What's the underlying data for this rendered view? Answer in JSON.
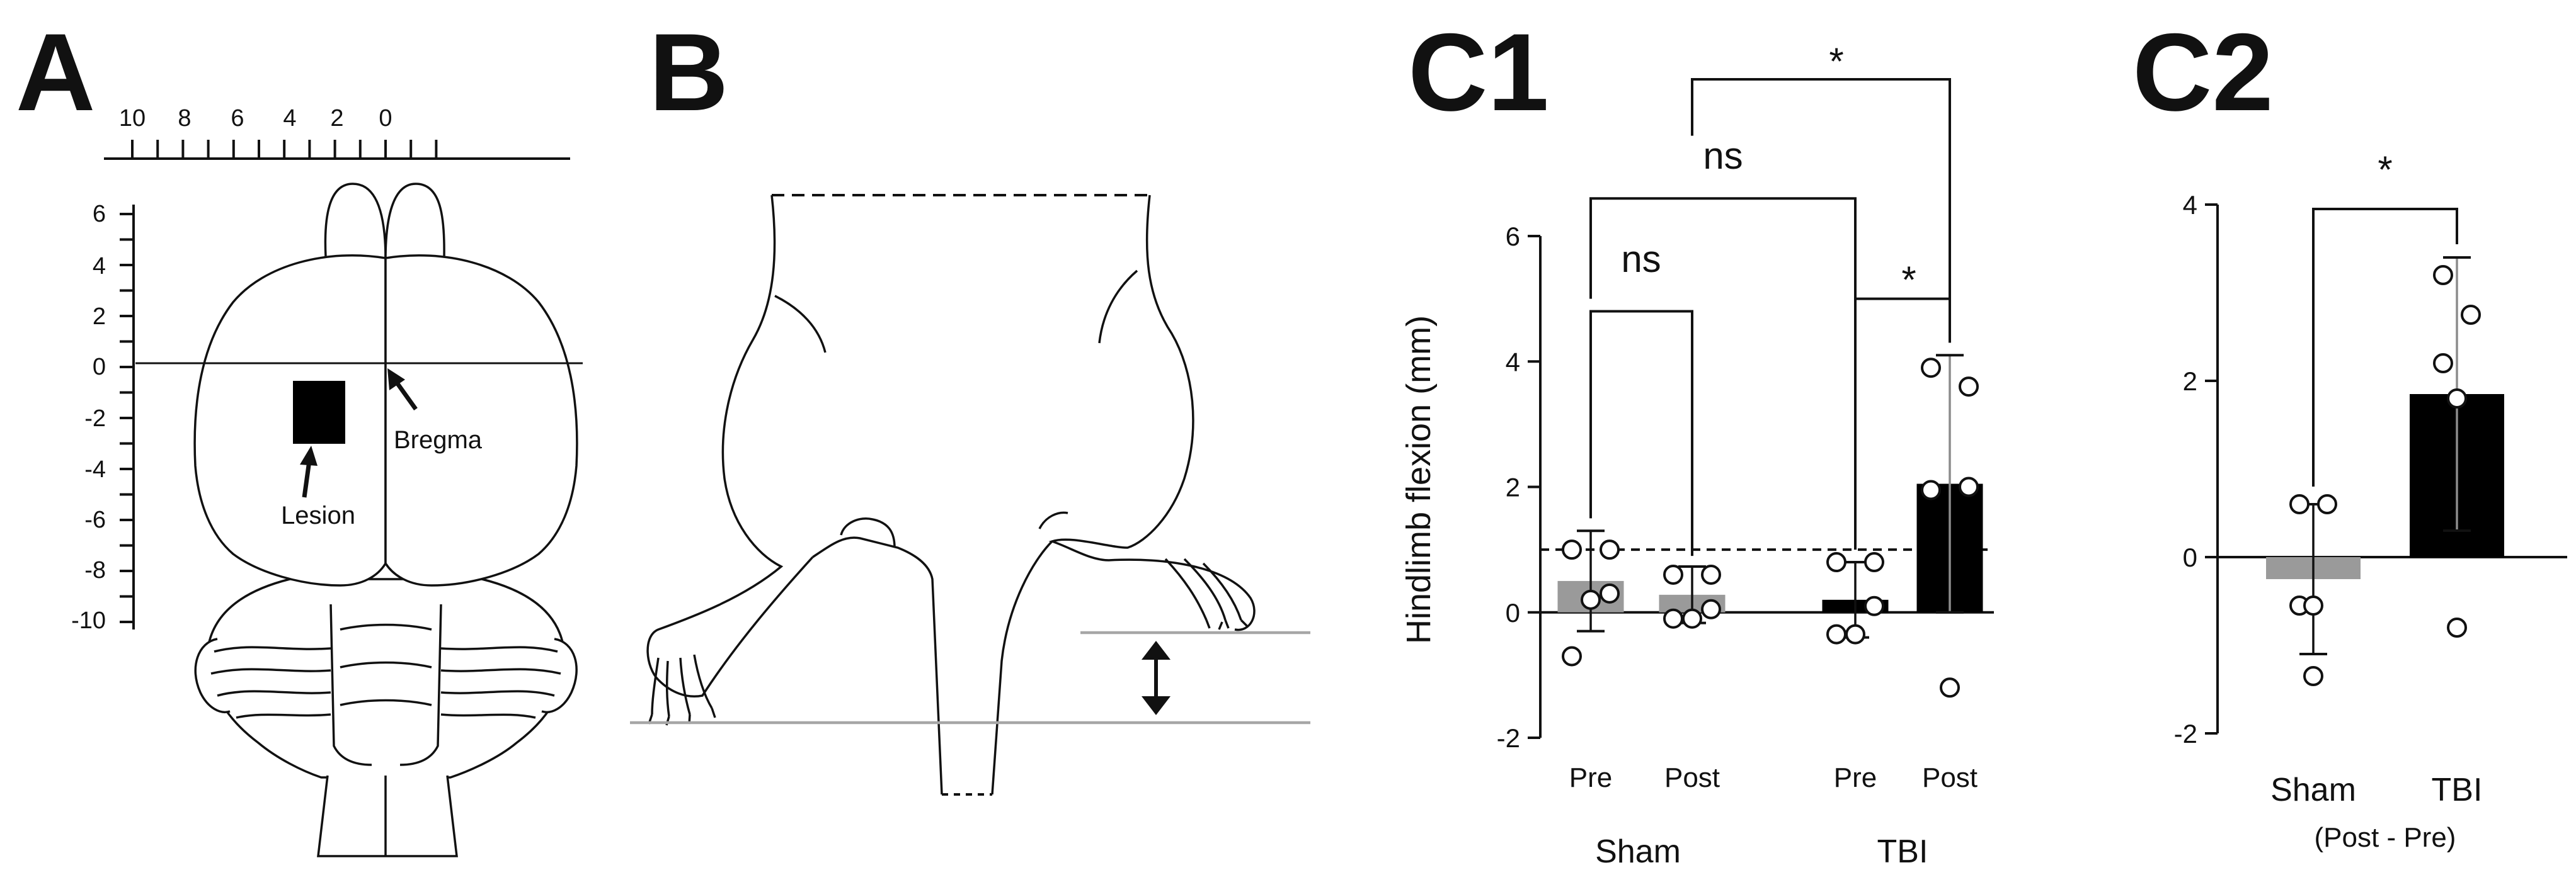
{
  "panels": {
    "a": {
      "letter": "A",
      "top_ruler_ticks": [
        "10",
        "8",
        "6",
        "4",
        "2",
        "0"
      ],
      "left_ruler_ticks": [
        "6",
        "4",
        "2",
        "0",
        "-2",
        "-4",
        "-6",
        "-8",
        "-10"
      ],
      "label_lesion": "Lesion",
      "label_bregma": "Bregma"
    },
    "b": {
      "letter": "B"
    },
    "c1": {
      "letter": "C1",
      "ns_top": "ns",
      "ns_sham": "ns",
      "sig_top": "*",
      "sig_tbi": "*"
    },
    "c2": {
      "letter": "C2",
      "sig": "*"
    }
  },
  "colors": {
    "sham_bar": "#9a9a9a",
    "tbi_bar": "#000000",
    "axis": "#111111",
    "guide_line": "#a6a6a6"
  },
  "chart_data": [
    {
      "id": "C1",
      "type": "bar",
      "title": "",
      "ylabel": "Hindlimb flexion (mm)",
      "ylim": [
        -2,
        6
      ],
      "yticks": [
        "-2",
        "0",
        "2",
        "4",
        "6"
      ],
      "categories": [
        "Pre",
        "Post",
        "Pre",
        "Post"
      ],
      "groups": [
        "Sham",
        "TBI"
      ],
      "reference_line": 1.0,
      "values": [
        0.5,
        0.28,
        0.2,
        2.05
      ],
      "error": [
        0.8,
        0.45,
        0.6,
        2.05
      ],
      "points": [
        [
          1.0,
          1.0,
          0.3,
          -0.7,
          0.2
        ],
        [
          0.6,
          0.6,
          0.05,
          -0.1,
          -0.1
        ],
        [
          0.8,
          0.8,
          0.1,
          -0.35,
          -0.35
        ],
        [
          3.9,
          3.6,
          2.0,
          1.95,
          -1.2
        ]
      ],
      "comparisons": [
        {
          "label": "ns",
          "a": 0,
          "b": 1
        },
        {
          "label": "ns",
          "a": 0,
          "b": 2
        },
        {
          "label": "*",
          "a": 2,
          "b": 3
        },
        {
          "label": "*",
          "a": 1,
          "b": 3
        }
      ]
    },
    {
      "id": "C2",
      "type": "bar",
      "title": "",
      "ylim": [
        -2,
        4
      ],
      "yticks": [
        "-2",
        "0",
        "2",
        "4"
      ],
      "categories": [
        "Sham",
        "TBI"
      ],
      "xlabel": "(Post - Pre)",
      "values": [
        -0.25,
        1.85
      ],
      "error": [
        0.85,
        1.55
      ],
      "points": [
        [
          0.6,
          0.6,
          -0.55,
          -0.55,
          -1.35
        ],
        [
          3.2,
          2.75,
          2.2,
          1.8,
          -0.8
        ]
      ],
      "comparisons": [
        {
          "label": "*",
          "a": 0,
          "b": 1
        }
      ]
    }
  ]
}
